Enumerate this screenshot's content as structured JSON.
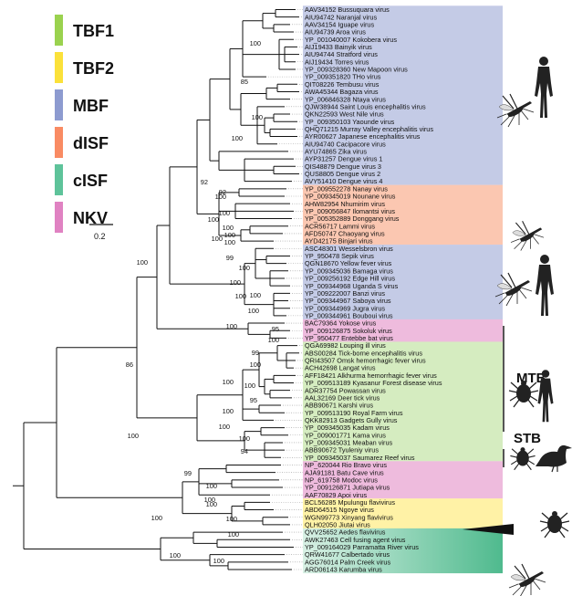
{
  "legend": [
    {
      "label": "TBF1",
      "color": "#9ad24f"
    },
    {
      "label": "TBF2",
      "color": "#fbe13a"
    },
    {
      "label": "MBF",
      "color": "#8d9bd0"
    },
    {
      "label": "dISF",
      "color": "#f98b63"
    },
    {
      "label": "cISF",
      "color": "#5ec39a"
    },
    {
      "label": "NKV",
      "color": "#e082c2"
    }
  ],
  "scale_bar": "0.2",
  "group_labels": {
    "mtb": "MTB",
    "stb": "STB"
  },
  "band_colors": {
    "mbf": "#c4cbe6",
    "disf": "#fbc7b1",
    "nkv": "#eebbdd",
    "tbf1": "#d5ecc0",
    "tbf2": "#fff2a6",
    "cisf_top": "#d8f0e4",
    "cisf_bottom": "#4fba8e"
  },
  "taxa": [
    "AAV34152 Bussuquara virus",
    "AIU94742 Naranjal virus",
    "AAV34154 Iguape virus",
    "AIU94739 Aroa virus",
    "YP_001040007 Kokobera virus",
    "AIJ19433 Bainyik virus",
    "AIU94744 Stratford virus",
    "AIJ19434 Torres virus",
    "YP_009328360 New Mapoon virus",
    "YP_009351820 THo virus",
    "QIT08226 Tembusu virus",
    "AWA45344 Bagaza virus",
    "YP_006846328 Ntaya virus",
    "QJW38944 Saint Louis encephalitis virus",
    "QKN22593 West Nile virus",
    "YP_009350103 Yaounde virus",
    "QHQ71215 Murray Valley encephalitis virus",
    "AYR00627 Japanese encephalitis virus",
    "AIU94740 Cacipacore virus",
    "AYU74865 Zika virus",
    "AYP31257 Dengue virus 1",
    "QIS48879 Dengue virus 3",
    "QUS8805 Dengue virus 2",
    "AVY51410 Dengue virus 4",
    "YP_009552278 Nanay virus",
    "YP_009345019 Nounane virus",
    "AHW82954 Nhumirim virus",
    "YP_009056847 Ilomantsi virus",
    "YP_005352889 Donggang virus",
    "ACR56717 Lammi virus",
    "AFD50747 Chaoyang virus",
    "AYD42175 Binjari virus",
    "ASC48301 Wesselsbron virus",
    "YP_950478 Sepik virus",
    "QGN18670 Yellow fever virus",
    "YP_009345036 Bamaga virus",
    "YP_009256192 Edge Hill virus",
    "YP_009344968 Uganda S virus",
    "YP_009222007 Banzi virus",
    "YP_009344967 Saboya virus",
    "YP_009344969 Jugra virus",
    "YP_009344961 Bouboui virus",
    "BAC79364 Yokose virus",
    "YP_009126875 Sokoluk virus",
    "YP_950477 Entebbe bat virus",
    "QGA69982 Louping ill virus",
    "ABS00284 Tick-borne encephalitis virus",
    "QRI43507 Omsk hemorrhagic fever virus",
    "ACH42698 Langat virus",
    "AFF18421 Alkhurma hemorrhagic fever virus",
    "YP_009513189 Kyasanur Forest disease virus",
    "ADR37754 Powassan virus",
    "AAL32169 Deer tick virus",
    "ABB90671 Karshi virus",
    "YP_009513190 Royal Farm virus",
    "QKK82913 Gadgets Gully virus",
    "YP_009345035 Kadam virus",
    "YP_009001771 Kama virus",
    "YP_009345031 Meaban virus",
    "ABB90672 Tyuleniy virus",
    "YP_009345037 Saumarez Reef virus",
    "NP_620044 Rio Bravo virus",
    "AJA91181 Batu Cave virus",
    "NP_619758 Modoc virus",
    "YP_009126871 Jutiapa virus",
    "AAF70829 Apoi virus",
    "BCL56285 Mpulungu flavivirus",
    "ABD64515 Ngoye virus",
    "WGN99773 Xinyang flavivirus",
    "QLH02050 Jiutai virus",
    "QVV25652 Aedes flavivirus",
    "AWK27463 Cell fusing agent virus",
    "YP_009164029 Parramatta River virus",
    "QRW41677 Calbertado virus",
    "AGG76014 Palm Creek virus",
    "ARD06143 Karumba virus"
  ],
  "support_values": {
    "s1": "100",
    "s2": "85",
    "s3": "100",
    "s4": "100",
    "s5": "92",
    "s6": "92",
    "s7": "100",
    "s8": "100",
    "s9": "100",
    "s10": "100",
    "s11": "100",
    "s12": "100",
    "s13": "99",
    "s14": "100",
    "s15": "100",
    "s16": "100",
    "s17": "100",
    "s18": "100",
    "s19": "100",
    "s20": "100",
    "s21": "100",
    "s22": "86",
    "s23": "95",
    "s24": "100",
    "s25": "99",
    "s26": "100",
    "s27": "100",
    "s28": "100",
    "s29": "95",
    "s30": "100",
    "s31": "100",
    "s32": "94",
    "s33": "100",
    "s34": "99",
    "s35": "100",
    "s36": "100",
    "s37": "100",
    "s38": "100",
    "s39": "100",
    "s40": "100",
    "s41": "100",
    "s42": "100",
    "s43": "100"
  },
  "host_icons": [
    "mosquito-icon",
    "human-icon",
    "tick-icon",
    "bird-icon",
    "bat-icon"
  ]
}
